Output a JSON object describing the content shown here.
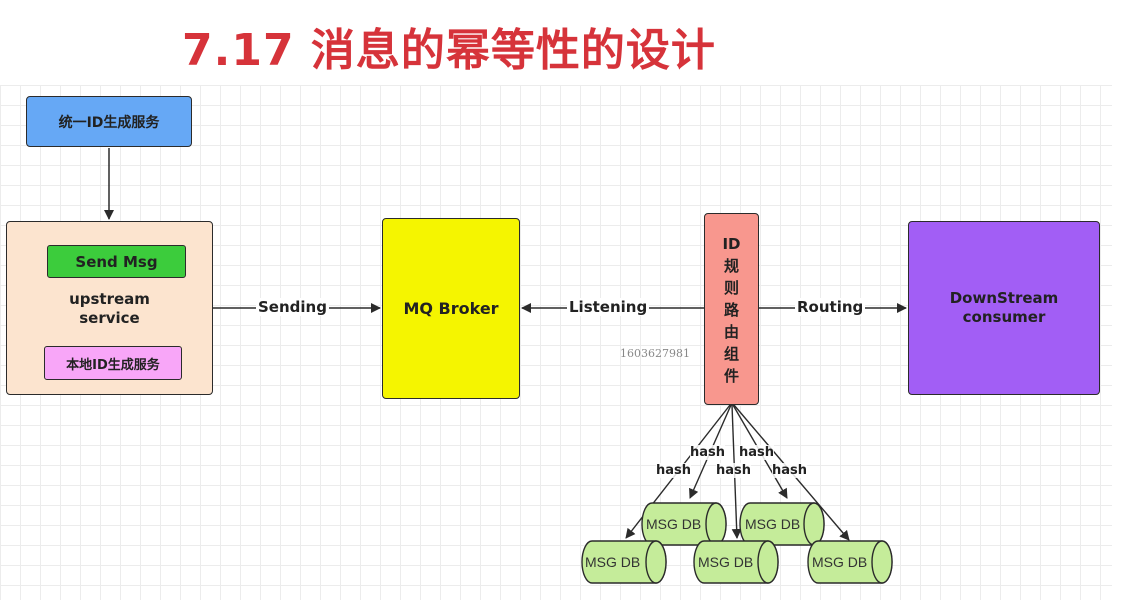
{
  "title": "7.17 消息的幂等性的设计",
  "nodes": {
    "id_service": "统一ID生成服务",
    "upstream": {
      "send_msg": "Send Msg",
      "label": "upstream\nservice",
      "local_id": "本地ID生成服务"
    },
    "broker": "MQ Broker",
    "router": "ID规则路由组件",
    "downstream": "DownStream\nconsumer"
  },
  "edges": {
    "sending": "Sending",
    "listening": "Listening",
    "routing": "Routing",
    "hash": "hash"
  },
  "db_label": "MSG DB",
  "watermark": "1603627981",
  "colors": {
    "title": "#d6333a",
    "id_service": "#66a8f5",
    "upstream": "#fce4cf",
    "send_msg": "#3ccc3c",
    "local_id": "#f8a6f8",
    "broker": "#f5f500",
    "router": "#f8978e",
    "downstream": "#a25ef5",
    "db": "#c5ec9a"
  }
}
